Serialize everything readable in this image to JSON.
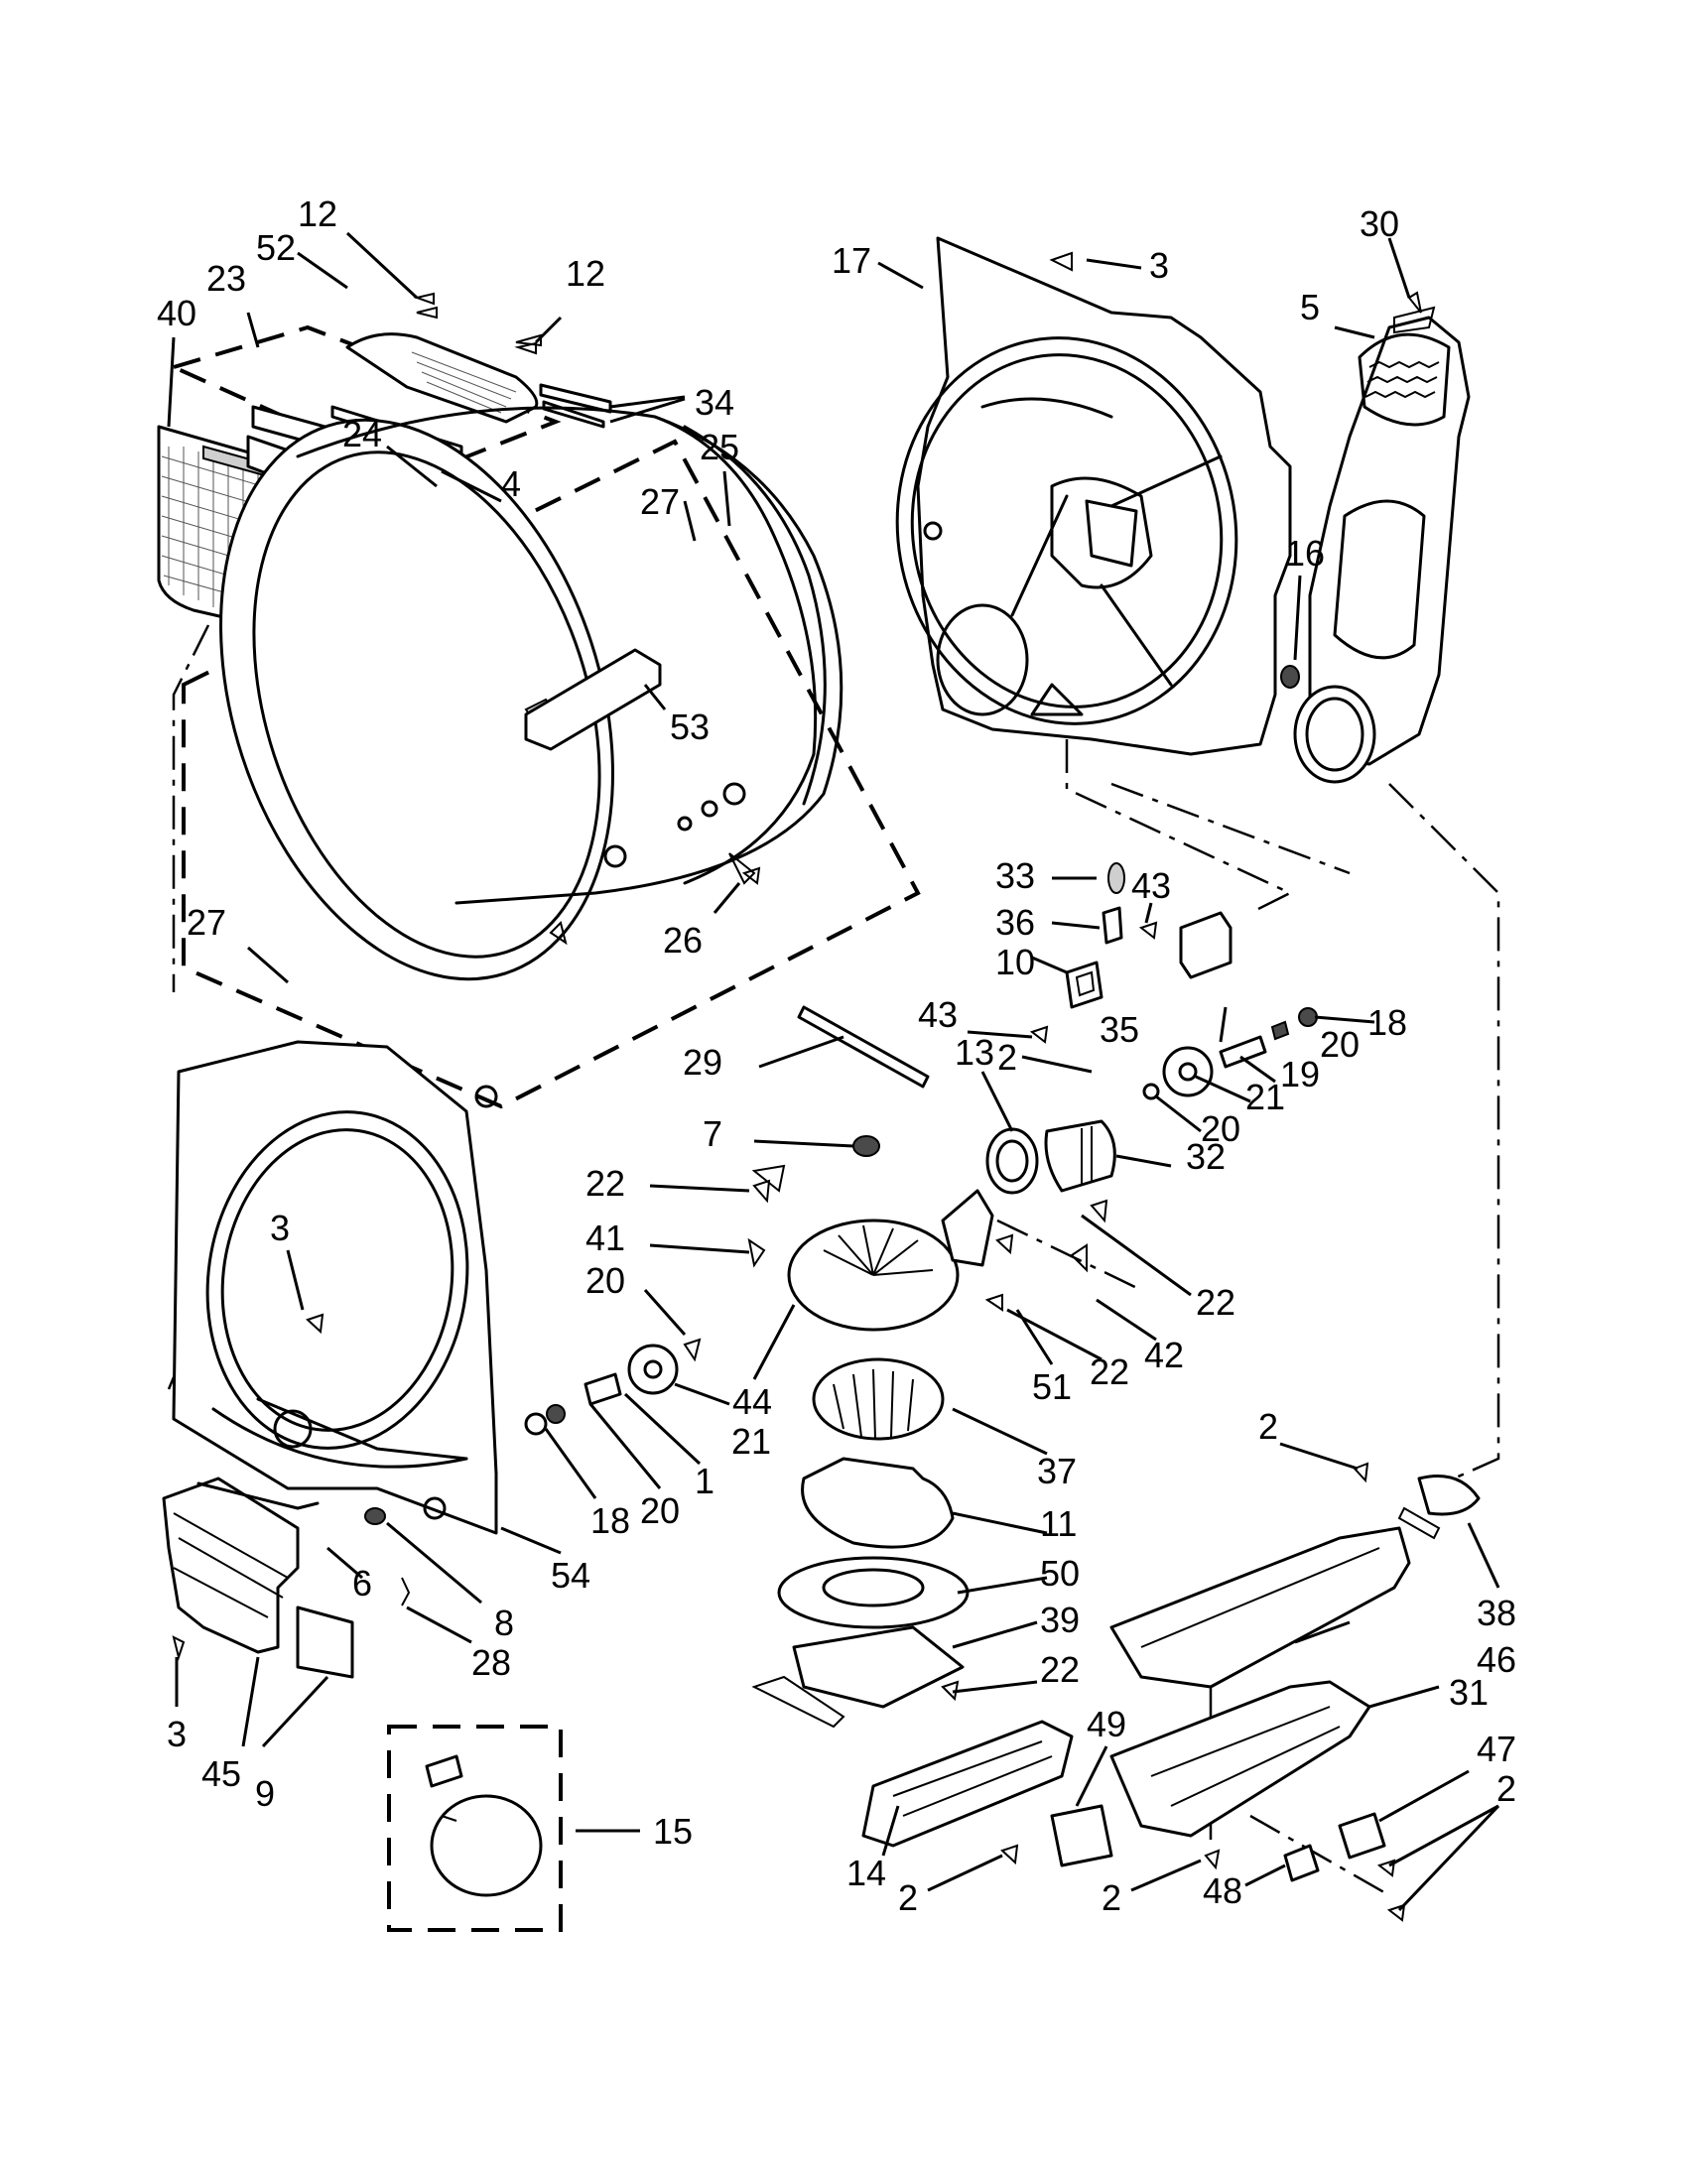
{
  "title": "",
  "callouts": [
    {
      "id": "c12a",
      "text": "12"
    },
    {
      "id": "c52",
      "text": "52"
    },
    {
      "id": "c23",
      "text": "23"
    },
    {
      "id": "c40",
      "text": "40"
    },
    {
      "id": "c12b",
      "text": "12"
    },
    {
      "id": "c34",
      "text": "34"
    },
    {
      "id": "c24",
      "text": "24"
    },
    {
      "id": "c4",
      "text": "4"
    },
    {
      "id": "c25",
      "text": "25"
    },
    {
      "id": "c27a",
      "text": "27"
    },
    {
      "id": "c53",
      "text": "53"
    },
    {
      "id": "c27b",
      "text": "27"
    },
    {
      "id": "c26",
      "text": "26"
    },
    {
      "id": "c17",
      "text": "17"
    },
    {
      "id": "c3a",
      "text": "3"
    },
    {
      "id": "c30",
      "text": "30"
    },
    {
      "id": "c5",
      "text": "5"
    },
    {
      "id": "c16",
      "text": "16"
    },
    {
      "id": "c33",
      "text": "33"
    },
    {
      "id": "c43a",
      "text": "43"
    },
    {
      "id": "c36",
      "text": "36"
    },
    {
      "id": "c10",
      "text": "10"
    },
    {
      "id": "c43b",
      "text": "43"
    },
    {
      "id": "c35",
      "text": "35"
    },
    {
      "id": "c20a",
      "text": "20"
    },
    {
      "id": "c18a",
      "text": "18"
    },
    {
      "id": "c19",
      "text": "19"
    },
    {
      "id": "c21a",
      "text": "21"
    },
    {
      "id": "c20b",
      "text": "20"
    },
    {
      "id": "c2a",
      "text": "2"
    },
    {
      "id": "c29",
      "text": "29"
    },
    {
      "id": "c13",
      "text": "13"
    },
    {
      "id": "c7",
      "text": "7"
    },
    {
      "id": "c32",
      "text": "32"
    },
    {
      "id": "c22a",
      "text": "22"
    },
    {
      "id": "c41",
      "text": "41"
    },
    {
      "id": "c20c",
      "text": "20"
    },
    {
      "id": "c3b",
      "text": "3"
    },
    {
      "id": "c22b",
      "text": "22"
    },
    {
      "id": "c42",
      "text": "42"
    },
    {
      "id": "c22c",
      "text": "22"
    },
    {
      "id": "c44",
      "text": "44"
    },
    {
      "id": "c51",
      "text": "51"
    },
    {
      "id": "c21b",
      "text": "21"
    },
    {
      "id": "c37",
      "text": "37"
    },
    {
      "id": "c1",
      "text": "1"
    },
    {
      "id": "c20d",
      "text": "20"
    },
    {
      "id": "c18b",
      "text": "18"
    },
    {
      "id": "c2b",
      "text": "2"
    },
    {
      "id": "c54",
      "text": "54"
    },
    {
      "id": "c11",
      "text": "11"
    },
    {
      "id": "c6",
      "text": "6"
    },
    {
      "id": "c8",
      "text": "8"
    },
    {
      "id": "c50",
      "text": "50"
    },
    {
      "id": "c38",
      "text": "38"
    },
    {
      "id": "c39",
      "text": "39"
    },
    {
      "id": "c46",
      "text": "46"
    },
    {
      "id": "c28",
      "text": "28"
    },
    {
      "id": "c22d",
      "text": "22"
    },
    {
      "id": "c31",
      "text": "31"
    },
    {
      "id": "c3c",
      "text": "3"
    },
    {
      "id": "c45",
      "text": "45"
    },
    {
      "id": "c9",
      "text": "9"
    },
    {
      "id": "c49",
      "text": "49"
    },
    {
      "id": "c47",
      "text": "47"
    },
    {
      "id": "c2c",
      "text": "2"
    },
    {
      "id": "c15",
      "text": "15"
    },
    {
      "id": "c14",
      "text": "14"
    },
    {
      "id": "c2d",
      "text": "2"
    },
    {
      "id": "c2e",
      "text": "2"
    },
    {
      "id": "c48",
      "text": "48"
    }
  ]
}
